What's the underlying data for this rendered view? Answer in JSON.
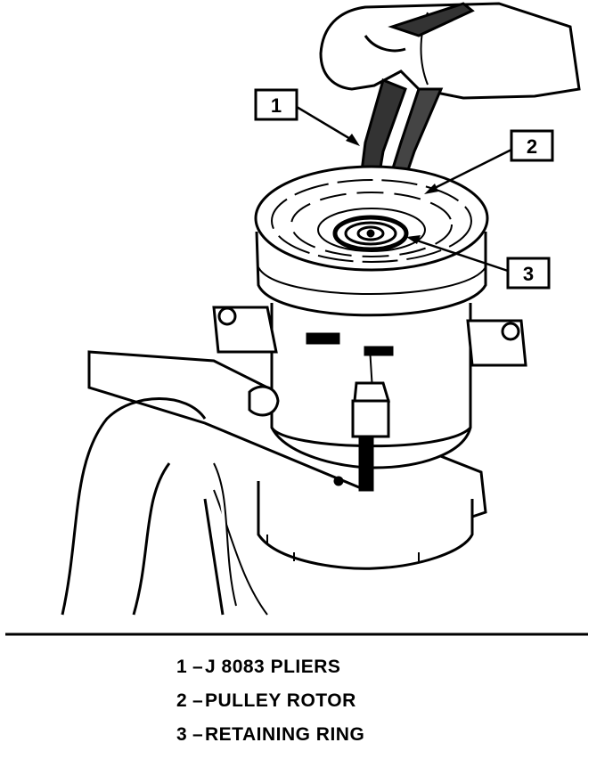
{
  "callouts": [
    {
      "number": "1"
    },
    {
      "number": "2"
    },
    {
      "number": "3"
    }
  ],
  "legend": [
    {
      "number": "1",
      "label": "J 8083 PLIERS"
    },
    {
      "number": "2",
      "label": "PULLEY ROTOR"
    },
    {
      "number": "3",
      "label": "RETAINING RING"
    }
  ],
  "colors": {
    "ink": "#000000",
    "paper": "#ffffff"
  }
}
